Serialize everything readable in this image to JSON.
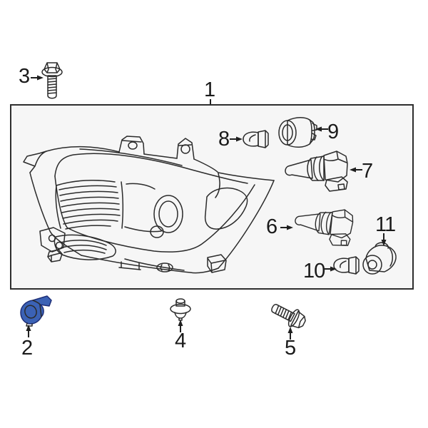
{
  "page": {
    "background": "#ffffff"
  },
  "diagram": {
    "line_color": "#2b2b2b",
    "box_border_color": "#2e2e2e",
    "box_background": "#f6f6f6",
    "highlight_fill": "#3b62b5",
    "highlight_stroke": "#1d2e78",
    "labels": {
      "1": "1",
      "2": "2",
      "3": "3",
      "4": "4",
      "5": "5",
      "6": "6",
      "7": "7",
      "8": "8",
      "9": "9",
      "10": "10",
      "11": "11"
    }
  }
}
